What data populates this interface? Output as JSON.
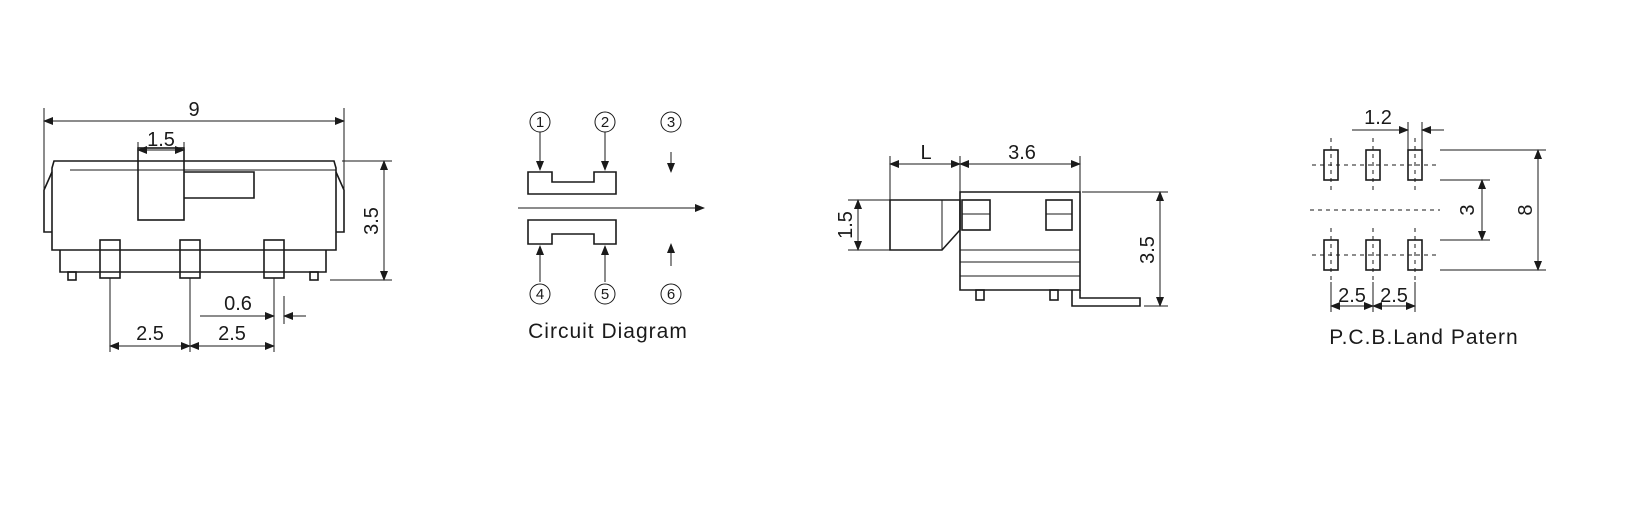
{
  "front_view": {
    "width": "9",
    "knob_width": "1.5",
    "height": "3.5",
    "pin_width": "0.6",
    "pitch_left": "2.5",
    "pitch_right": "2.5"
  },
  "circuit": {
    "caption": "Circuit Diagram",
    "pins": [
      "①",
      "②",
      "③",
      "④",
      "⑤",
      "⑥"
    ]
  },
  "side_view": {
    "lever_length": "L",
    "body_depth": "3.6",
    "lever_height": "1.5",
    "height": "3.5"
  },
  "pcb": {
    "caption": "P.C.B.Land Patern",
    "pad_width": "1.2",
    "row_spacing": "3",
    "total_height": "8",
    "pitch_left": "2.5",
    "pitch_right": "2.5"
  }
}
